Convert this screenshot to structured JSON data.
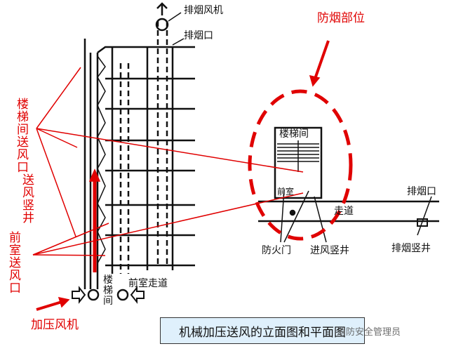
{
  "elevation": {
    "smoke_fan": "排烟风机",
    "smoke_outlet": "排烟口",
    "stair_supply_outlet": "楼梯间送风口",
    "supply_shaft": "送风竖井",
    "anteroom_supply_outlet": "前室送风口",
    "pressurization_fan": "加压风机",
    "stairwell": "楼梯间",
    "anteroom_corridor": "前室走道"
  },
  "plan": {
    "smoke_control_area": "防烟部位",
    "stairwell": "楼梯间",
    "anteroom": "前室",
    "corridor": "走道",
    "smoke_outlet": "排烟口",
    "fire_door": "防火门",
    "intake_shaft": "进风竖井",
    "smoke_exhaust_shaft": "排烟竖井"
  },
  "caption": "机械加压送风的立面图和平面图",
  "watermark": "消防安全管理员",
  "colors": {
    "annotation": "#e00000",
    "caption_bg": "#dff0fc"
  }
}
